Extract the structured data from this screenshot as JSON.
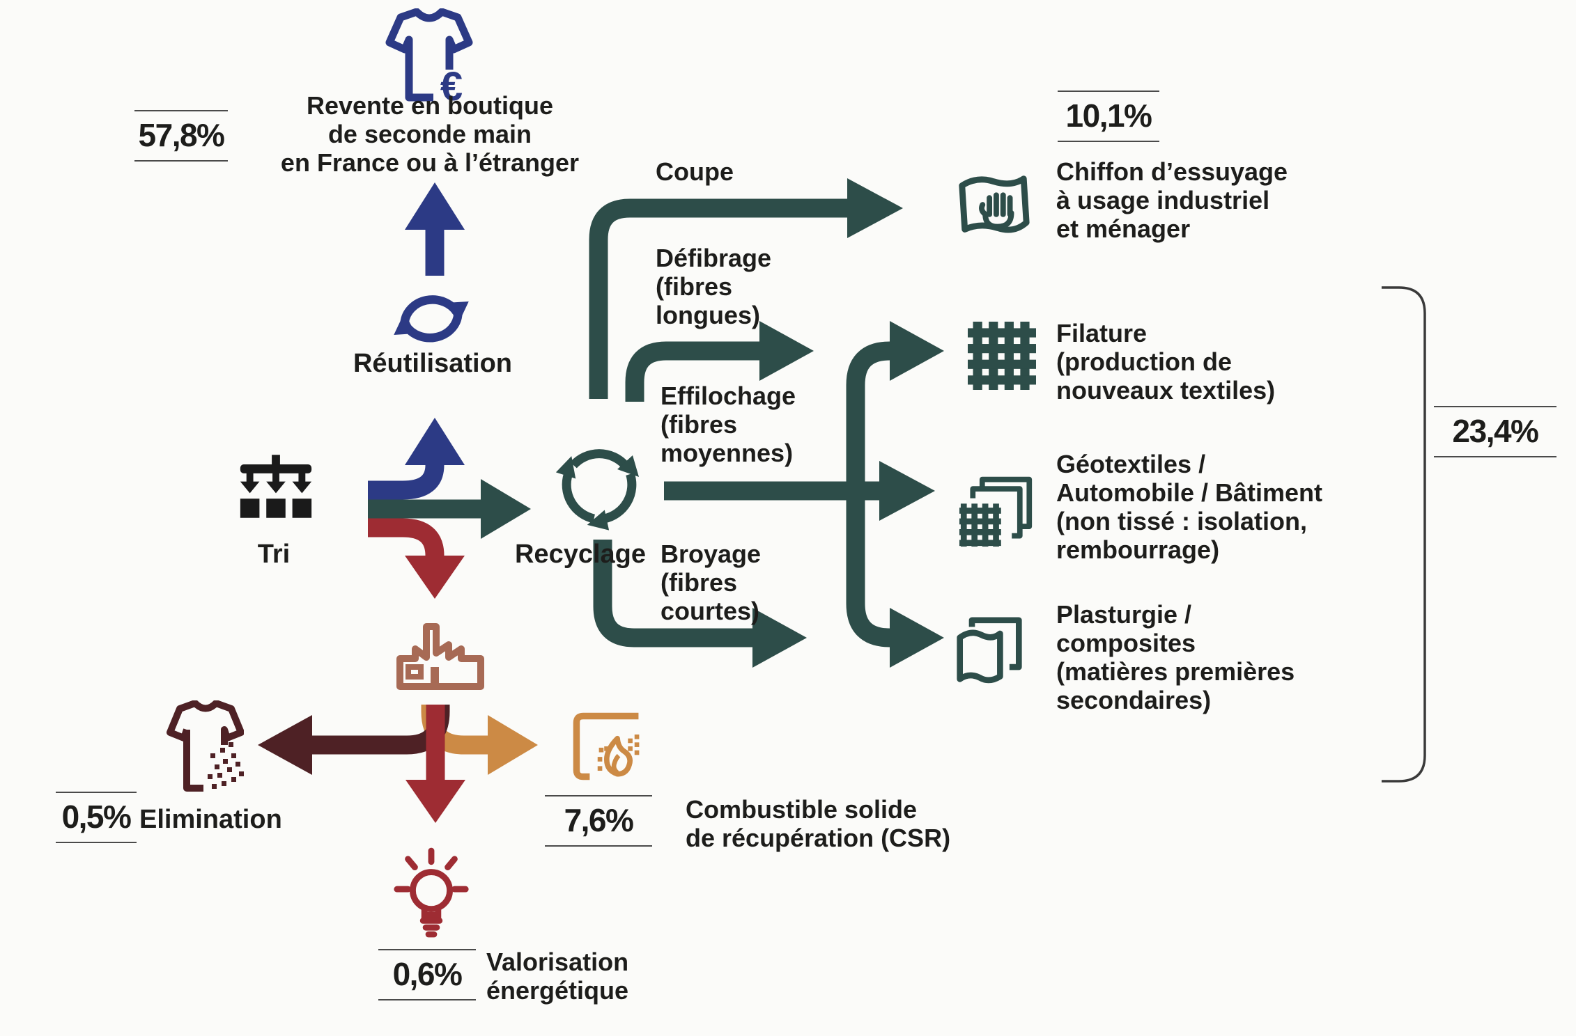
{
  "diagram": {
    "title_implicit": "Filière textile : tri et valorisation",
    "tri": {
      "label": "Tri"
    },
    "reuse": {
      "pct": "57,8%",
      "euro": "€",
      "destination": "Revente en boutique\nde seconde main\nen France ou à l’étranger",
      "label": "Réutilisation"
    },
    "recycle": {
      "label": "Recyclage",
      "processes": {
        "coupe": "Coupe",
        "defibrage": "Défibrage\n(fibres\nlongues)",
        "effilochage": "Effilochage\n(fibres\nmoyennes)",
        "broyage": "Broyage\n(fibres\ncourtes)"
      },
      "outputs": {
        "chiffon": {
          "pct": "10,1%",
          "label": "Chiffon d’essuyage\nà usage industriel\net ménager"
        },
        "filature": {
          "label": "Filature\n(production de\nnouveaux textiles)"
        },
        "geotextiles": {
          "label": "Géotextiles /\nAutomobile / Bâtiment\n(non tissé : isolation,\nrembourrage)"
        },
        "plasturgie": {
          "label": "Plasturgie /\ncomposites\n(matières premières\nsecondaires)"
        },
        "bracket_pct": "23,4%"
      }
    },
    "csr": {
      "pct": "7,6%",
      "label": "Combustible solide\nde récupération (CSR)"
    },
    "elimination": {
      "pct": "0,5%",
      "label": "Elimination"
    },
    "energy": {
      "pct": "0,6%",
      "label": "Valorisation\nénergétique"
    }
  },
  "colors": {
    "reuse_blue": "#2c3a85",
    "recycle_teal": "#2d4d49",
    "elimination_maroon": "#4e2125",
    "energy_red": "#9e2c33",
    "csr_orange": "#cc8a45",
    "factory_brown": "#a76a55",
    "text_black": "#1d1d1b"
  }
}
